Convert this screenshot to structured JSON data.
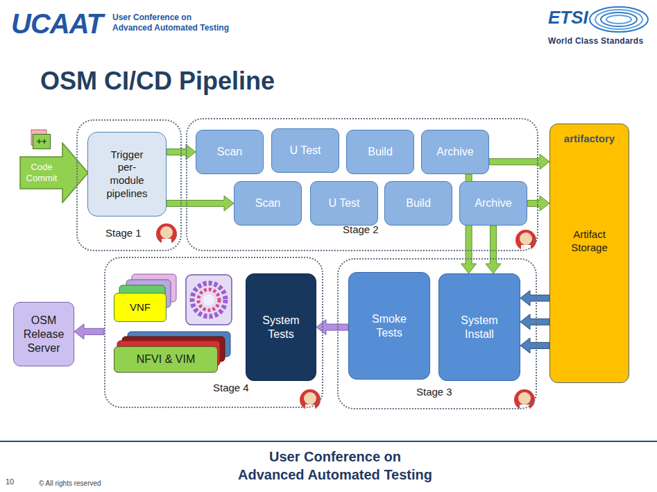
{
  "diagram": {
    "title": "OSM CI/CD Pipeline",
    "nodes": [
      {
        "text": [
          "Code Commit"
        ]
      },
      {
        "text": [
          "Stage 1"
        ]
      },
      {
        "text": [
          "Trigger per-module pipelines"
        ],
        "in": 1
      },
      {
        "text": [
          "Stage 2"
        ]
      },
      {
        "text": [
          "Scan"
        ],
        "in": 3
      },
      {
        "text": [
          "U Test"
        ],
        "in": 3
      },
      {
        "text": [
          "Build"
        ],
        "in": 3
      },
      {
        "text": [
          "Archive"
        ],
        "in": 3
      },
      {
        "text": [
          "Scan"
        ],
        "in": 3
      },
      {
        "text": [
          "U Test"
        ],
        "in": 3
      },
      {
        "text": [
          "Build"
        ],
        "in": 3
      },
      {
        "text": [
          "Archive"
        ],
        "in": 3
      },
      {
        "text": [
          "artifactory",
          "Artifact Storage"
        ]
      },
      {
        "text": [
          "Stage 4"
        ]
      },
      {
        "text": [
          "VNF"
        ],
        "in": 13
      },
      {
        "text": [
          "NFVI & VIM"
        ],
        "in": 13
      },
      {
        "text": [
          "System Tests"
        ],
        "in": 13
      },
      {
        "text": [
          "Stage 3"
        ]
      },
      {
        "text": [
          "Smoke Tests"
        ],
        "in": 17
      },
      {
        "text": [
          "System Install"
        ],
        "in": 17
      },
      {
        "text": [
          "OSM Release Server"
        ]
      }
    ],
    "edges": [
      {
        "from": 2,
        "to": 4,
        "arrow": "to"
      },
      {
        "from": 2,
        "to": 8,
        "arrow": "to"
      },
      {
        "from": 7,
        "to": 12,
        "arrow": "to"
      },
      {
        "from": 11,
        "to": 12,
        "arrow": "to"
      },
      {
        "from": 7,
        "to": 19,
        "arrow": "to"
      },
      {
        "from": 11,
        "to": 19,
        "arrow": "to"
      },
      {
        "from": 12,
        "to": 19,
        "arrow": "to"
      },
      {
        "from": 12,
        "to": 19,
        "arrow": "to"
      },
      {
        "from": 12,
        "to": 19,
        "arrow": "to"
      },
      {
        "from": 18,
        "to": 16,
        "arrow": "to"
      },
      {
        "from": 13,
        "to": 20,
        "arrow": "to"
      }
    ],
    "labels": [
      "UCAAT",
      "User Conference on Advanced Automated Testing",
      "ETSI",
      "World Class Standards",
      "++",
      "User Conference on Advanced Automated Testing",
      "10",
      "© All rights reserved"
    ]
  }
}
